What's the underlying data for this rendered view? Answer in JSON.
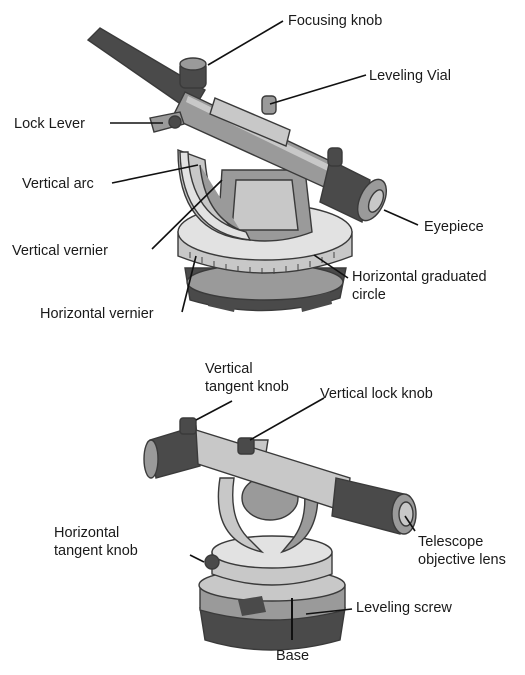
{
  "labels": {
    "focusing_knob": "Focusing knob",
    "leveling_vial": "Leveling Vial",
    "lock_lever": "Lock Lever",
    "vertical_arc": "Vertical arc",
    "eyepiece": "Eyepiece",
    "vertical_vernier": "Vertical vernier",
    "horizontal_graduated_circle_1": "Horizontal graduated",
    "horizontal_graduated_circle_2": "circle",
    "horizontal_vernier": "Horizontal vernier",
    "vertical_tangent_knob_1": "Vertical",
    "vertical_tangent_knob_2": "tangent knob",
    "vertical_lock_knob": "Vertical lock knob",
    "horizontal_tangent_knob_1": "Horizontal",
    "horizontal_tangent_knob_2": "tangent knob",
    "telescope_objective_lens_1": "Telescope",
    "telescope_objective_lens_2": "objective lens",
    "leveling_screw": "Leveling screw",
    "base": "Base"
  }
}
